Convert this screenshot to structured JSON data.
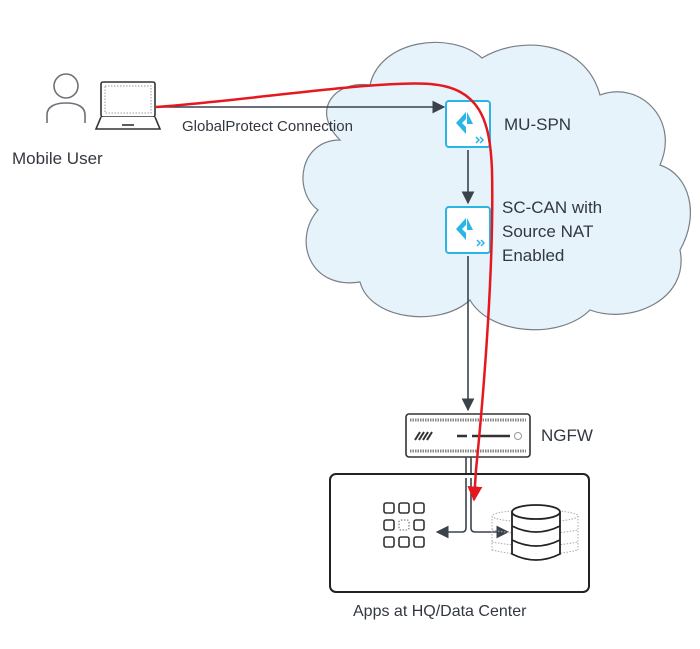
{
  "nodes": {
    "mobile_user": {
      "label": "Mobile User"
    },
    "mu_spn": {
      "label": "MU-SPN"
    },
    "sc_can": {
      "label_lines": [
        "SC-CAN with",
        "Source NAT",
        "Enabled"
      ]
    },
    "ngfw": {
      "label": "NGFW"
    },
    "hq": {
      "label": "Apps at HQ/Data Center"
    }
  },
  "edges": {
    "globalprotect": {
      "label": "GlobalProtect Connection"
    }
  },
  "colors": {
    "cloud_fill": "#e6f3fb",
    "cloud_stroke": "#7a7f85",
    "spn_accent": "#29b6e6",
    "line": "#3a424c",
    "traffic_path": "#e5181f"
  }
}
